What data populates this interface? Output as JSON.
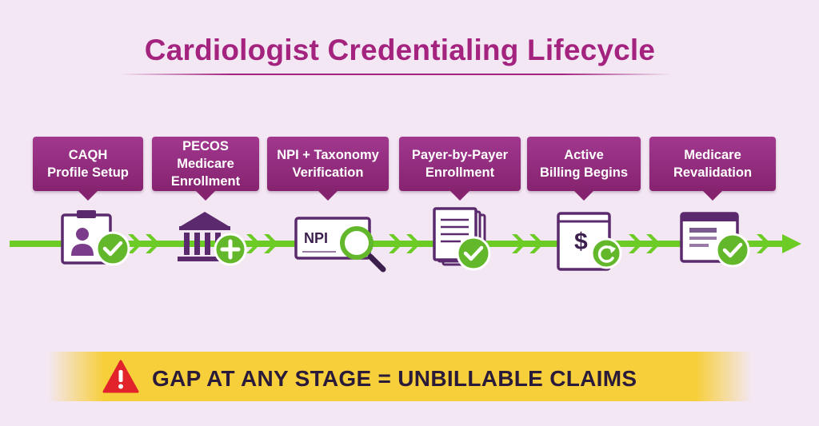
{
  "title": "Cardiologist Credentialing Lifecycle",
  "stages": [
    {
      "label": "CAQH\nProfile Setup",
      "icon": "profile-card-check-icon"
    },
    {
      "label": "PECOS\nMedicare\nEnrollment",
      "icon": "government-building-plus-icon"
    },
    {
      "label": "NPI + Taxonomy\nVerification",
      "icon": "npi-card-magnifier-icon"
    },
    {
      "label": "Payer-by-Payer\nEnrollment",
      "icon": "documents-check-icon"
    },
    {
      "label": "Active\nBilling Begins",
      "icon": "dollar-refresh-icon"
    },
    {
      "label": "Medicare\nRevalidation",
      "icon": "window-check-icon"
    }
  ],
  "npi_text": "NPI",
  "dollar_text": "$",
  "warning": {
    "text": "GAP AT ANY STAGE = UNBILLABLE CLAIMS",
    "icon": "warning-triangle-icon"
  },
  "colors": {
    "accent_purple": "#a3237f",
    "box_purple": "#8f2a7b",
    "icon_purple": "#5b2a6e",
    "green": "#6ccb25",
    "warning_yellow": "#f7cf3a",
    "warning_red": "#e2232b"
  }
}
